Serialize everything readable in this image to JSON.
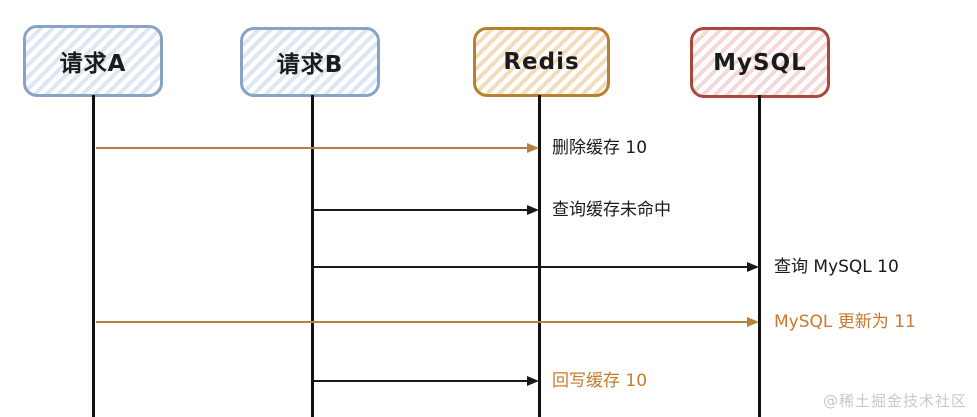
{
  "diagram": {
    "type": "sequence-diagram",
    "background": "#ffffff"
  },
  "actors": [
    {
      "id": "request-a",
      "label": "请求A",
      "border_color": "#89a3c6",
      "stripe_color": "#dde6f3"
    },
    {
      "id": "request-b",
      "label": "请求B",
      "border_color": "#89a3c6",
      "stripe_color": "#dde6f3"
    },
    {
      "id": "redis",
      "label": "Redis",
      "border_color": "#b5812e",
      "stripe_color": "#f2dcba"
    },
    {
      "id": "mysql",
      "label": "MySQL",
      "border_color": "#a8493b",
      "stripe_color": "#f4d7d7"
    }
  ],
  "messages": [
    {
      "from": "request-a",
      "to": "redis",
      "label": "删除缓存 10",
      "arrow_color": "#b5823d",
      "label_color": "#1a1a1a"
    },
    {
      "from": "request-b",
      "to": "redis",
      "label": "查询缓存未命中",
      "arrow_color": "#1a1a1a",
      "label_color": "#1a1a1a"
    },
    {
      "from": "request-b",
      "to": "mysql",
      "label": "查询 MySQL 10",
      "arrow_color": "#1a1a1a",
      "label_color": "#1a1a1a"
    },
    {
      "from": "request-a",
      "to": "mysql",
      "label": "MySQL 更新为 11",
      "arrow_color": "#b5823d",
      "label_color": "#c87a2e"
    },
    {
      "from": "request-b",
      "to": "redis",
      "label": "回写缓存 10",
      "arrow_color": "#1a1a1a",
      "label_color": "#c87a2e"
    }
  ],
  "watermark": {
    "text": "@稀土掘金技术社区",
    "color": "#c9c9c9"
  }
}
